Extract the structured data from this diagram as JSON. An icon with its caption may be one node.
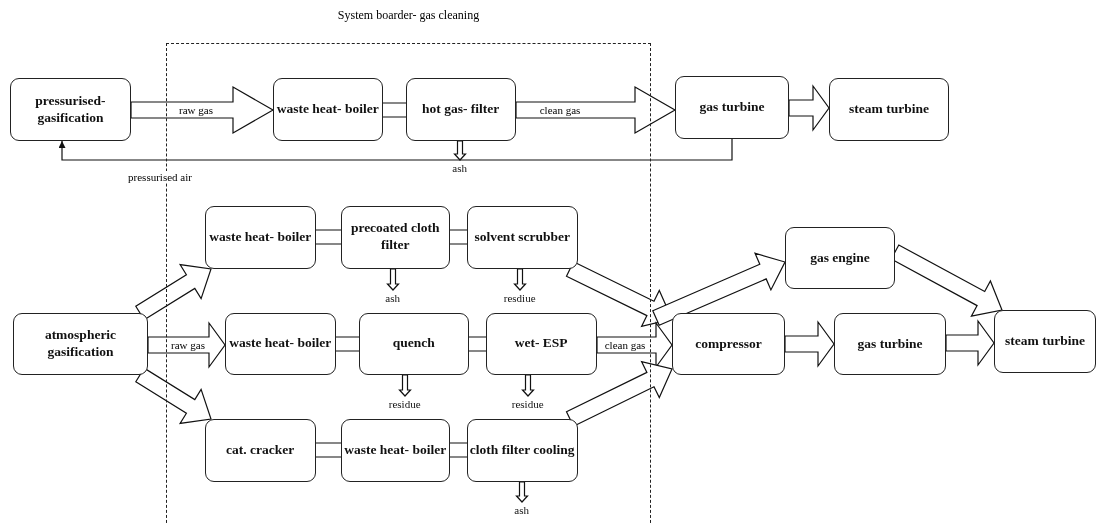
{
  "diagram": {
    "nodes": [
      {
        "text": [
          "System boarder- gas cleaning"
        ]
      },
      {
        "text": [
          "pressurised- gasification"
        ]
      },
      {
        "text": [
          "waste heat- boiler"
        ],
        "in": 0
      },
      {
        "text": [
          "hot gas- filter"
        ],
        "in": 0
      },
      {
        "text": [
          "gas turbine"
        ]
      },
      {
        "text": [
          "steam turbine"
        ]
      },
      {
        "text": [
          "ash"
        ],
        "in": 0
      },
      {
        "text": [
          "atmospheric gasification"
        ]
      },
      {
        "text": [
          "waste heat- boiler"
        ],
        "in": 0
      },
      {
        "text": [
          "precoated cloth filter"
        ],
        "in": 0
      },
      {
        "text": [
          "solvent scrubber"
        ],
        "in": 0
      },
      {
        "text": [
          "ash"
        ],
        "in": 0
      },
      {
        "text": [
          "resdiue"
        ],
        "in": 0
      },
      {
        "text": [
          "waste heat- boiler"
        ],
        "in": 0
      },
      {
        "text": [
          "quench"
        ],
        "in": 0
      },
      {
        "text": [
          "wet- ESP"
        ],
        "in": 0
      },
      {
        "text": [
          "residue"
        ],
        "in": 0
      },
      {
        "text": [
          "residue"
        ],
        "in": 0
      },
      {
        "text": [
          "cat. cracker"
        ],
        "in": 0
      },
      {
        "text": [
          "waste heat- boiler"
        ],
        "in": 0
      },
      {
        "text": [
          "cloth filter cooling"
        ],
        "in": 0
      },
      {
        "text": [
          "ash"
        ],
        "in": 0
      },
      {
        "text": [
          "compressor"
        ]
      },
      {
        "text": [
          "gas engine"
        ]
      },
      {
        "text": [
          "gas turbine"
        ]
      },
      {
        "text": [
          "steam turbine"
        ]
      }
    ],
    "edges": [
      {
        "from": 1,
        "to": 2,
        "arrow": "to",
        "label": "raw gas"
      },
      {
        "from": 2,
        "to": 3,
        "arrow": "none"
      },
      {
        "from": 3,
        "to": 4,
        "arrow": "to",
        "label": "clean gas"
      },
      {
        "from": 4,
        "to": 5,
        "arrow": "to"
      },
      {
        "from": 3,
        "to": 6,
        "arrow": "to"
      },
      {
        "from": 4,
        "to": 1,
        "arrow": "to",
        "label": "pressurised air"
      },
      {
        "from": 7,
        "to": 8,
        "arrow": "to"
      },
      {
        "from": 7,
        "to": 13,
        "arrow": "to",
        "label": "raw gas"
      },
      {
        "from": 7,
        "to": 18,
        "arrow": "to"
      },
      {
        "from": 8,
        "to": 9,
        "arrow": "none"
      },
      {
        "from": 9,
        "to": 10,
        "arrow": "none"
      },
      {
        "from": 9,
        "to": 11,
        "arrow": "to"
      },
      {
        "from": 10,
        "to": 12,
        "arrow": "to"
      },
      {
        "from": 13,
        "to": 14,
        "arrow": "none"
      },
      {
        "from": 14,
        "to": 15,
        "arrow": "none"
      },
      {
        "from": 14,
        "to": 16,
        "arrow": "to"
      },
      {
        "from": 15,
        "to": 17,
        "arrow": "to"
      },
      {
        "from": 18,
        "to": 19,
        "arrow": "none"
      },
      {
        "from": 19,
        "to": 20,
        "arrow": "none"
      },
      {
        "from": 20,
        "to": 21,
        "arrow": "to"
      },
      {
        "from": 10,
        "to": 22,
        "arrow": "to"
      },
      {
        "from": 15,
        "to": 22,
        "arrow": "to",
        "label": "clean gas"
      },
      {
        "from": 20,
        "to": 22,
        "arrow": "to"
      },
      {
        "from": null,
        "to": 23,
        "arrow": "to"
      },
      {
        "from": 22,
        "to": 24,
        "arrow": "to"
      },
      {
        "from": 23,
        "to": 25,
        "arrow": "to"
      },
      {
        "from": 24,
        "to": 25,
        "arrow": "to"
      }
    ]
  }
}
